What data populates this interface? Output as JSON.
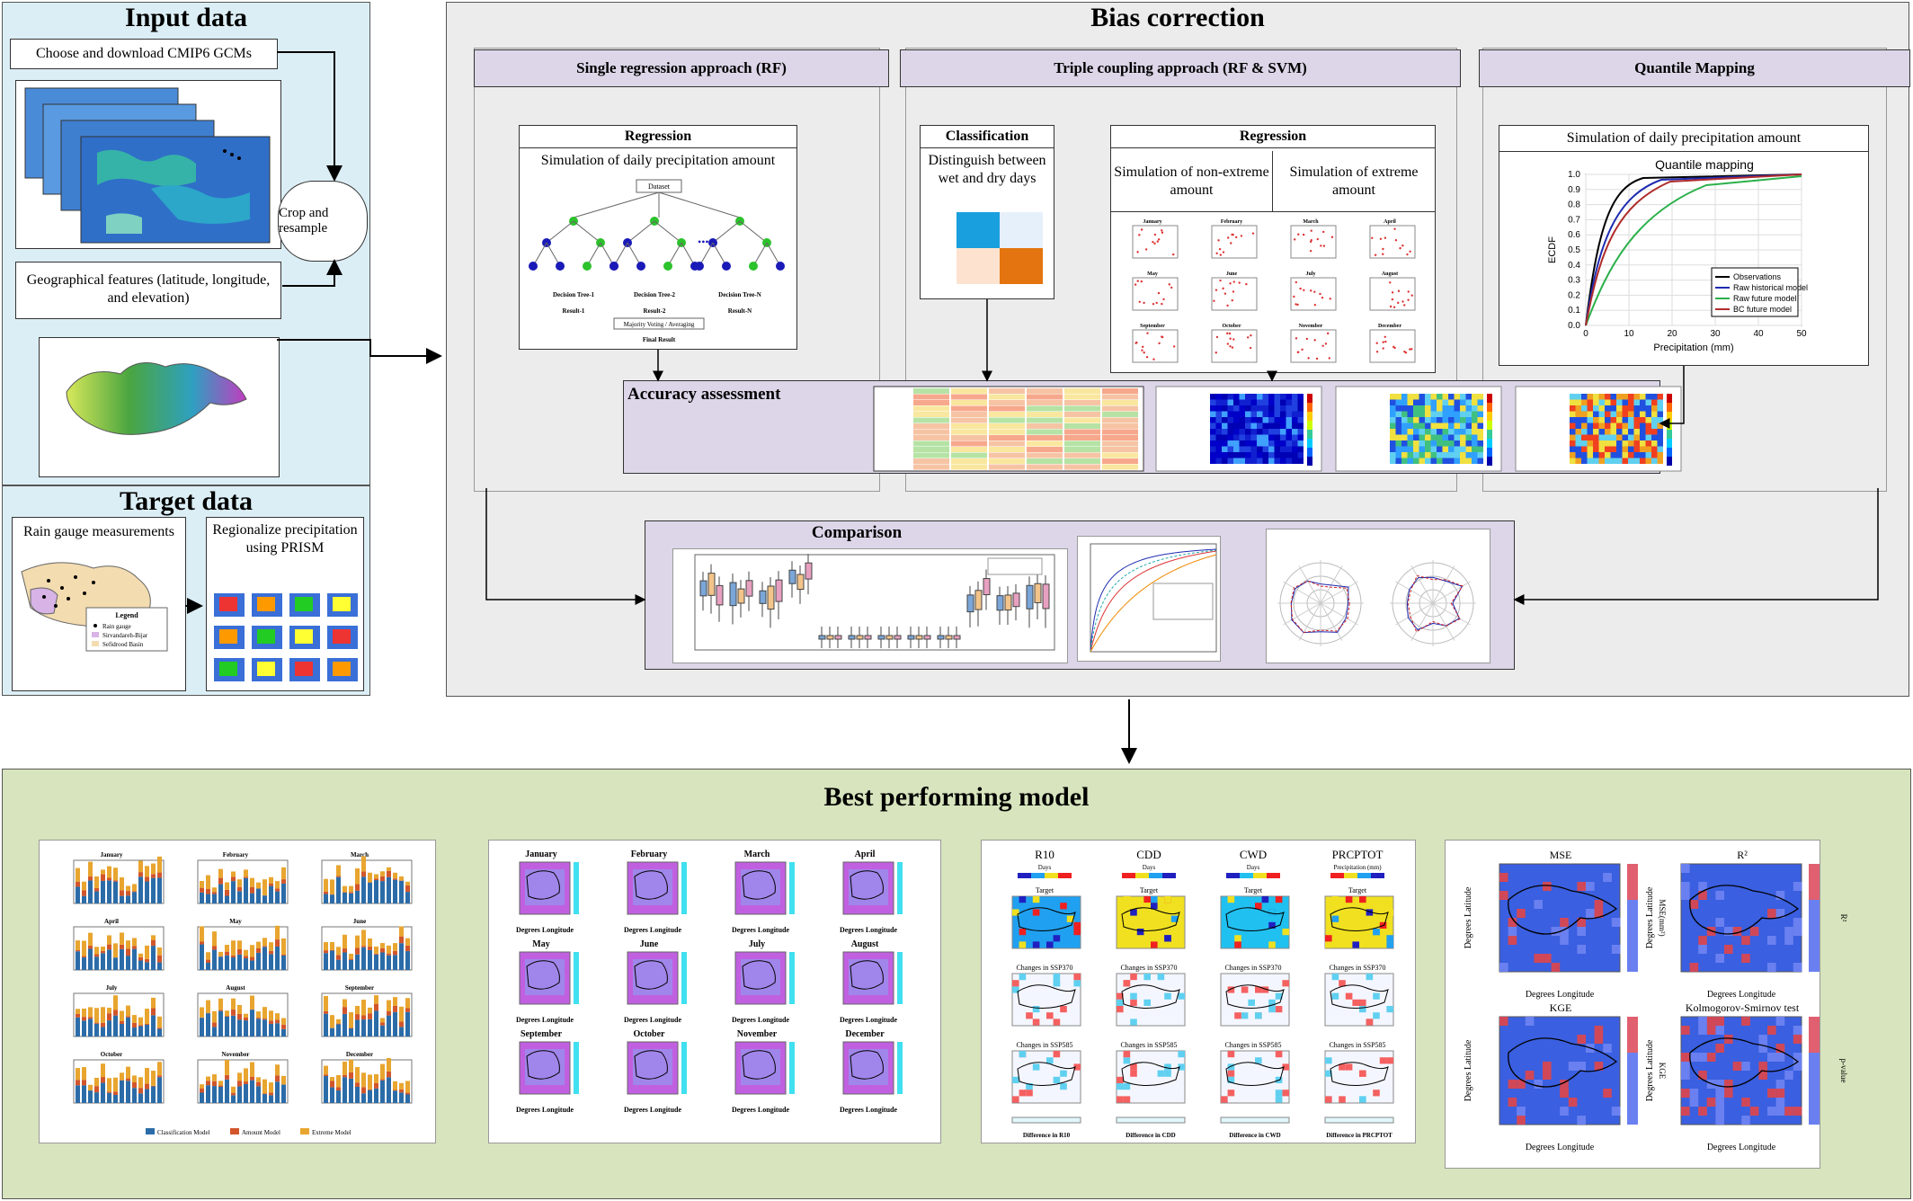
{
  "input": {
    "title": "Input data",
    "step1": "Choose and download CMIP6 GCMs",
    "step2": "Geographical features (latitude, longitude, and elevation)",
    "crop": "Crop and resample"
  },
  "target": {
    "title": "Target data",
    "gauge": "Rain gauge measurements",
    "prism": "Regionalize precipitation using PRISM",
    "legend_title": "Legend",
    "legend_items": [
      "Rain gauge",
      "Sirvandareh-Bijar",
      "Sefidrood Basin"
    ]
  },
  "bias": {
    "title": "Bias correction",
    "single": {
      "header": "Single regression approach (RF)",
      "box_title": "Regression",
      "box_text": "Simulation of daily precipitation amount",
      "tree_root": "Dataset",
      "trees": [
        "Decision Tree-1",
        "Decision Tree-2",
        "Decision Tree-N"
      ],
      "results": [
        "Result-1",
        "Result-2",
        "Result-N"
      ],
      "voting": "Majority Voting / Averaging",
      "final": "Final Result"
    },
    "triple": {
      "header": "Triple coupling approach (RF & SVM)",
      "class_title": "Classification",
      "class_text": "Distinguish between wet and dry days",
      "reg_title": "Regression",
      "nonextreme": "Simulation of non-extreme amount",
      "extreme": "Simulation of extreme amount",
      "months": [
        "January",
        "February",
        "March",
        "April",
        "May",
        "June",
        "July",
        "August",
        "September",
        "October",
        "November",
        "December"
      ]
    },
    "qm": {
      "header": "Quantile Mapping",
      "box_text": "Simulation of daily precipitation amount",
      "chart_title": "Quantile mapping",
      "xlabel": "Precipitation (mm)",
      "ylabel": "ECDF",
      "legend": [
        "Observations",
        "Raw historical model",
        "Raw future model",
        "BC future model"
      ]
    },
    "accuracy": "Accuracy assessment",
    "comparison": "Comparison"
  },
  "best": {
    "title": "Best performing model",
    "legend1": [
      "Classification Model",
      "Amount Model",
      "Extreme Model"
    ],
    "months": [
      "January",
      "February",
      "March",
      "April",
      "May",
      "June",
      "July",
      "August",
      "September",
      "October",
      "November",
      "December"
    ],
    "map_xlabel": "Degrees Longitude",
    "map_ylabel": "Degrees Latitude",
    "indices": [
      "R10",
      "CDD",
      "CWD",
      "PRCPTOT"
    ],
    "indices_units": [
      "Days",
      "Days",
      "Days",
      "Precipitation (mm)"
    ],
    "row_labels": [
      "Target",
      "Changes in SSP370",
      "Changes in SSP585"
    ],
    "diff_labels": [
      "Difference in R10",
      "Difference in CDD",
      "Difference in CWD",
      "Difference in PRCPTOT"
    ],
    "metrics": [
      "MSE",
      "R²",
      "KGE",
      "Kolmogorov-Smirnov test"
    ],
    "metric_cbar": [
      "MSE(mm²)",
      "R²",
      "KGE",
      "p-value"
    ]
  },
  "colors": {
    "input_bg": "#dceef5",
    "bias_bg": "#ececec",
    "best_bg": "#d7e4bd",
    "header_bg": "#dcd6e8"
  }
}
